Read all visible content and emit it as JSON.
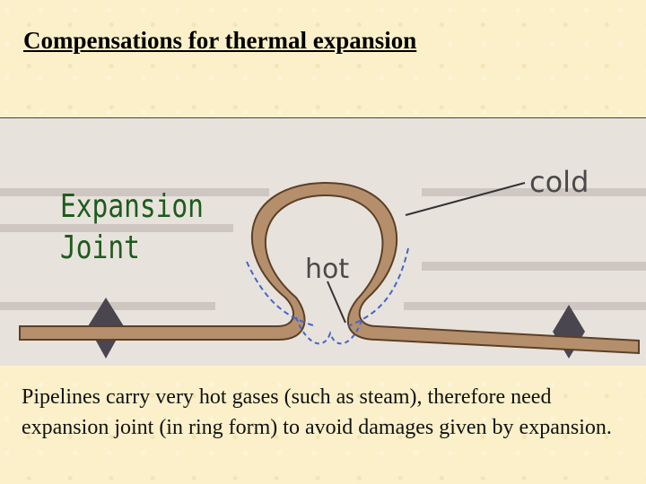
{
  "slide": {
    "title": "Compensations for thermal expansion",
    "overlay_label_line1": "Expansion",
    "overlay_label_line2": "Joint",
    "caption": "Pipelines carry very hot gases (such as steam), therefore need expansion joint (in ring form) to avoid damages given by expansion."
  },
  "figure": {
    "label_cold": "cold",
    "label_hot": "hot"
  },
  "colors": {
    "pipe": "#b58f6b",
    "label_green": "#1d5b1d"
  }
}
